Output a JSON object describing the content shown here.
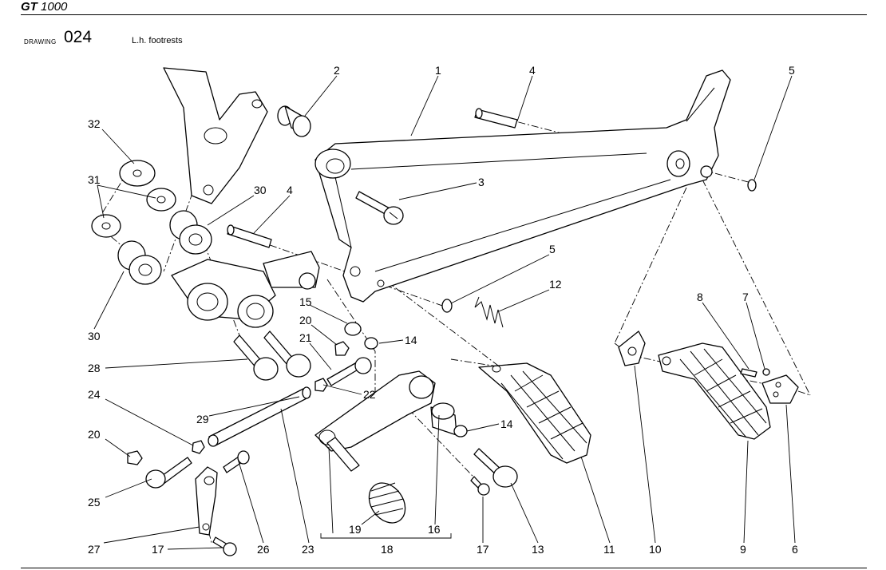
{
  "header": {
    "model_bold": "GT",
    "model_rest": " 1000"
  },
  "drawing": {
    "label": "DRAWING",
    "number": "024",
    "title": "L.h. footrests"
  },
  "callouts": [
    {
      "id": "c1",
      "text": "1"
    },
    {
      "id": "c2",
      "text": "2"
    },
    {
      "id": "c4a",
      "text": "4"
    },
    {
      "id": "c5a",
      "text": "5"
    },
    {
      "id": "c32",
      "text": "32"
    },
    {
      "id": "c3",
      "text": "3"
    },
    {
      "id": "c31",
      "text": "31"
    },
    {
      "id": "c30a",
      "text": "30"
    },
    {
      "id": "c4b",
      "text": "4"
    },
    {
      "id": "c5b",
      "text": "5"
    },
    {
      "id": "c12",
      "text": "12"
    },
    {
      "id": "c30b",
      "text": "30"
    },
    {
      "id": "c8",
      "text": "8"
    },
    {
      "id": "c7",
      "text": "7"
    },
    {
      "id": "c15",
      "text": "15"
    },
    {
      "id": "c20a",
      "text": "20"
    },
    {
      "id": "c21",
      "text": "21"
    },
    {
      "id": "c14a",
      "text": "14"
    },
    {
      "id": "c28",
      "text": "28"
    },
    {
      "id": "c22",
      "text": "22"
    },
    {
      "id": "c24",
      "text": "24"
    },
    {
      "id": "c29",
      "text": "29"
    },
    {
      "id": "c14b",
      "text": "14"
    },
    {
      "id": "c20b",
      "text": "20"
    },
    {
      "id": "c25",
      "text": "25"
    },
    {
      "id": "c19",
      "text": "19"
    },
    {
      "id": "c16",
      "text": "16"
    },
    {
      "id": "c27",
      "text": "27"
    },
    {
      "id": "c17a",
      "text": "17"
    },
    {
      "id": "c26",
      "text": "26"
    },
    {
      "id": "c23",
      "text": "23"
    },
    {
      "id": "c18",
      "text": "18"
    },
    {
      "id": "c17b",
      "text": "17"
    },
    {
      "id": "c13",
      "text": "13"
    },
    {
      "id": "c11",
      "text": "11"
    },
    {
      "id": "c10",
      "text": "10"
    },
    {
      "id": "c9",
      "text": "9"
    },
    {
      "id": "c6",
      "text": "6"
    }
  ]
}
